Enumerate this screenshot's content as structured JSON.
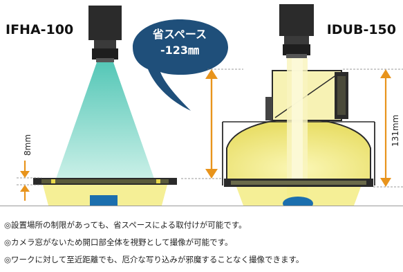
{
  "left_product": {
    "name": "IFHA-100",
    "dimension": "8mm"
  },
  "right_product": {
    "name": "IDUB-150",
    "dimension": "131mm"
  },
  "callout": {
    "line1": "省スペース",
    "line2": "-123㎜"
  },
  "notes": [
    "◎設置場所の制限があっても、省スペースによる取付けが可能です。",
    "◎カメラ窓がないため開口部全体を視野として撮像が可能です。",
    "◎ワークに対して至近距離でも、厄介な写り込みが邪魔することなく撮像できます。"
  ],
  "colors": {
    "accent": "#e8941c",
    "bubble": "#1f4f7a",
    "light_yellow": "#f2ec8a",
    "beam_teal": "#5fcab8",
    "work_blue": "#1c6fae"
  }
}
